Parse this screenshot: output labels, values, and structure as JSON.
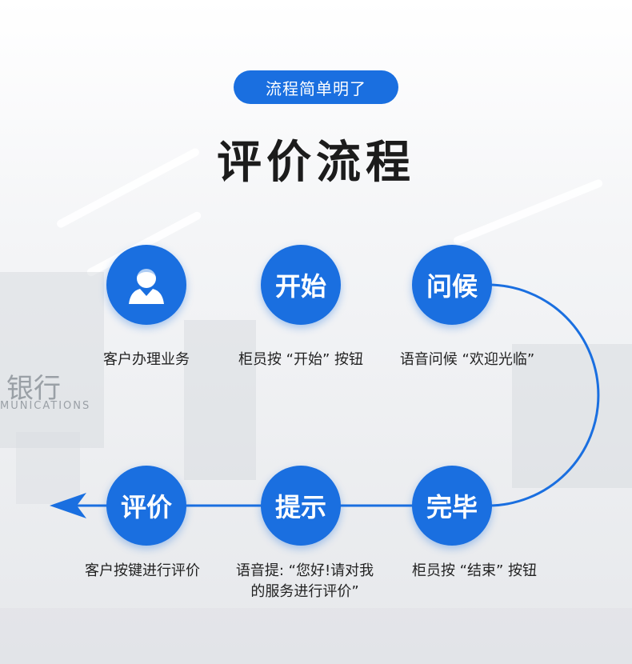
{
  "header": {
    "pill_label": "流程简单明了",
    "title": "评价流程"
  },
  "background": {
    "bank_name_fragment": "银行",
    "english_fragment": "MUNICATIONS"
  },
  "steps": [
    {
      "circle_icon": "customer-avatar-icon",
      "label": "客户办理业务"
    },
    {
      "circle_text": "开始",
      "label": "柜员按 “开始” 按钮"
    },
    {
      "circle_text": "问候",
      "label": "语音问候 “欢迎光临”"
    },
    {
      "circle_text": "完毕",
      "label": "柜员按 “结束” 按钮"
    },
    {
      "circle_text": "提示",
      "label_lines": [
        "语音提: “您好!请对我",
        "的服务进行评价”"
      ]
    },
    {
      "circle_text": "评价",
      "label": "客户按键进行评价"
    }
  ],
  "colors": {
    "accent": "#1a6fe0",
    "text": "#222222"
  }
}
